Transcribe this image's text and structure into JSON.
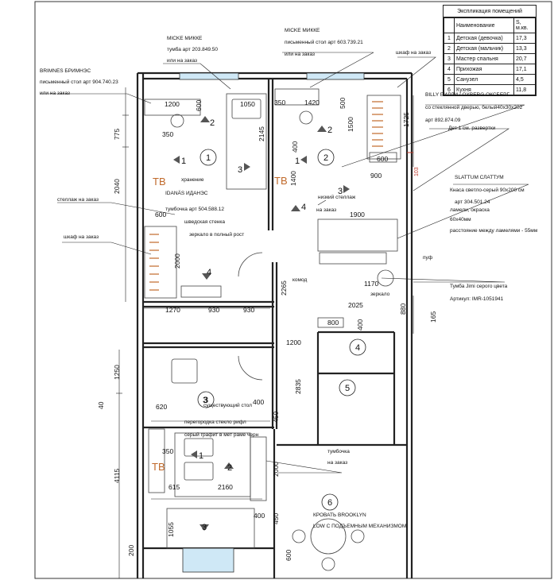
{
  "legend": {
    "title": "Экспликация помещений",
    "header": {
      "num": "",
      "name": "Наименование",
      "area": "S, м.кв."
    },
    "rows": [
      {
        "num": "1",
        "name": "Детская (девочка)",
        "area": "17,3"
      },
      {
        "num": "2",
        "name": "Детская (мальчик)",
        "area": "13,3"
      },
      {
        "num": "3",
        "name": "Мастер спальня",
        "area": "20,7"
      },
      {
        "num": "4",
        "name": "Прихожая",
        "area": "17,1"
      },
      {
        "num": "5",
        "name": "Санузел",
        "area": "4,5"
      },
      {
        "num": "6",
        "name": "Кухня",
        "area": "11,8"
      }
    ]
  },
  "notes": {
    "brimnes_1": "BRIMNES БРИМНЭС",
    "brimnes_2": "письменный стол арт 904.740.23",
    "brimnes_3": "или на заказ",
    "micke1_1": "MICKE МИККЕ",
    "micke1_2": "тумба арт 203.849.50",
    "micke1_3": "или на заказ",
    "micke2_1": "MICKE МИККЕ",
    "micke2_2": "письменный стол арт 603.739.21",
    "micke2_3": "или на заказ",
    "wardrobe_top": "шкаф на заказ",
    "billy_1": "BILLY БИЛЛИ / OXBERG ОКСБЕРГ",
    "billy_2": "со стеклянной дверью, белый40х30х202",
    "billy_3": "арт 892.874.09",
    "det1": "Дет 1 см. развертки",
    "slattum_1": "SLATTUM СЛАТТУМ",
    "slattum_2": "Кнаса светло-серый 90х200 см",
    "slattum_3": "арт 304.501.24",
    "slattum_4": "ламели, окраска",
    "slattum_5": "60х40мм",
    "slattum_6": "расстояние между ламелями - 55мм",
    "shelf_order": "стеллаж на заказ",
    "idanas_1": "IDANÄS ИДАНЭС",
    "idanas_2": "тумбочка арт 504.588.12",
    "swedish": "шведская стенка",
    "mirror_full": "зеркало в полный рост",
    "wardrobe_left": "шкаф на заказ",
    "storage": "хранение",
    "low_shelf": "низкий стеллаж",
    "on_order": "на заказ",
    "chest": "комод",
    "mirror": "зеркало",
    "pouf": "пуф",
    "tumba_1": "Тумба Jimi серого цвета",
    "tumba_2": "Артикул: IMR-1051941",
    "existing_table": "существующий стол",
    "partition_1": "перегородка стекло рифл",
    "partition_2": "серый графит в мет раме черн",
    "nightstand_1": "тумбочка",
    "nightstand_2": "на заказ",
    "bed_1": "КРОВАТЬ BROOKLYN",
    "bed_2": "LOW С ПОДЪЕМНЫМ МЕХАНИЗМОМ",
    "tv": "TB",
    "red_103": "103"
  },
  "dims": {
    "d1200": "1200",
    "d600a": "600",
    "d1050": "1050",
    "d350a": "350",
    "d1420": "1420",
    "d500": "500",
    "d1500": "1500",
    "d1725": "1725",
    "d775": "775",
    "d2145": "2145",
    "d350b": "350",
    "d400a": "400",
    "d600b": "600",
    "d2040": "2040",
    "d1400": "1400",
    "d900": "900",
    "d600c": "600",
    "d1900": "1900",
    "d2000a": "2000",
    "d2265": "2265",
    "d1170": "1170",
    "d2025": "2025",
    "d880": "880",
    "d165": "165",
    "d1270": "1270",
    "d930a": "930",
    "d930b": "930",
    "d800": "800",
    "d400b": "400",
    "d1200b": "1200",
    "d1250": "1250",
    "d2835": "2835",
    "d40": "40",
    "d620": "620",
    "d400c": "400",
    "d450a": "450",
    "d350c": "350",
    "d615": "615",
    "d2160": "2160",
    "d2000b": "2000",
    "d4115": "4115",
    "d1055": "1055",
    "d400d": "400",
    "d450b": "450",
    "d600d": "600",
    "d200": "200"
  },
  "rooms": {
    "r1": "1",
    "r2": "2",
    "r3": "3",
    "r4": "4",
    "r5": "5",
    "r6": "6"
  },
  "marks": {
    "m1a": "1",
    "m2a": "2",
    "m3a": "3",
    "m1b": "1",
    "m2b": "2",
    "m3b": "3",
    "m4a": "4",
    "m3c": "3",
    "m4b": "4",
    "m1c": "1",
    "m2c": "2",
    "m3d": "3"
  }
}
